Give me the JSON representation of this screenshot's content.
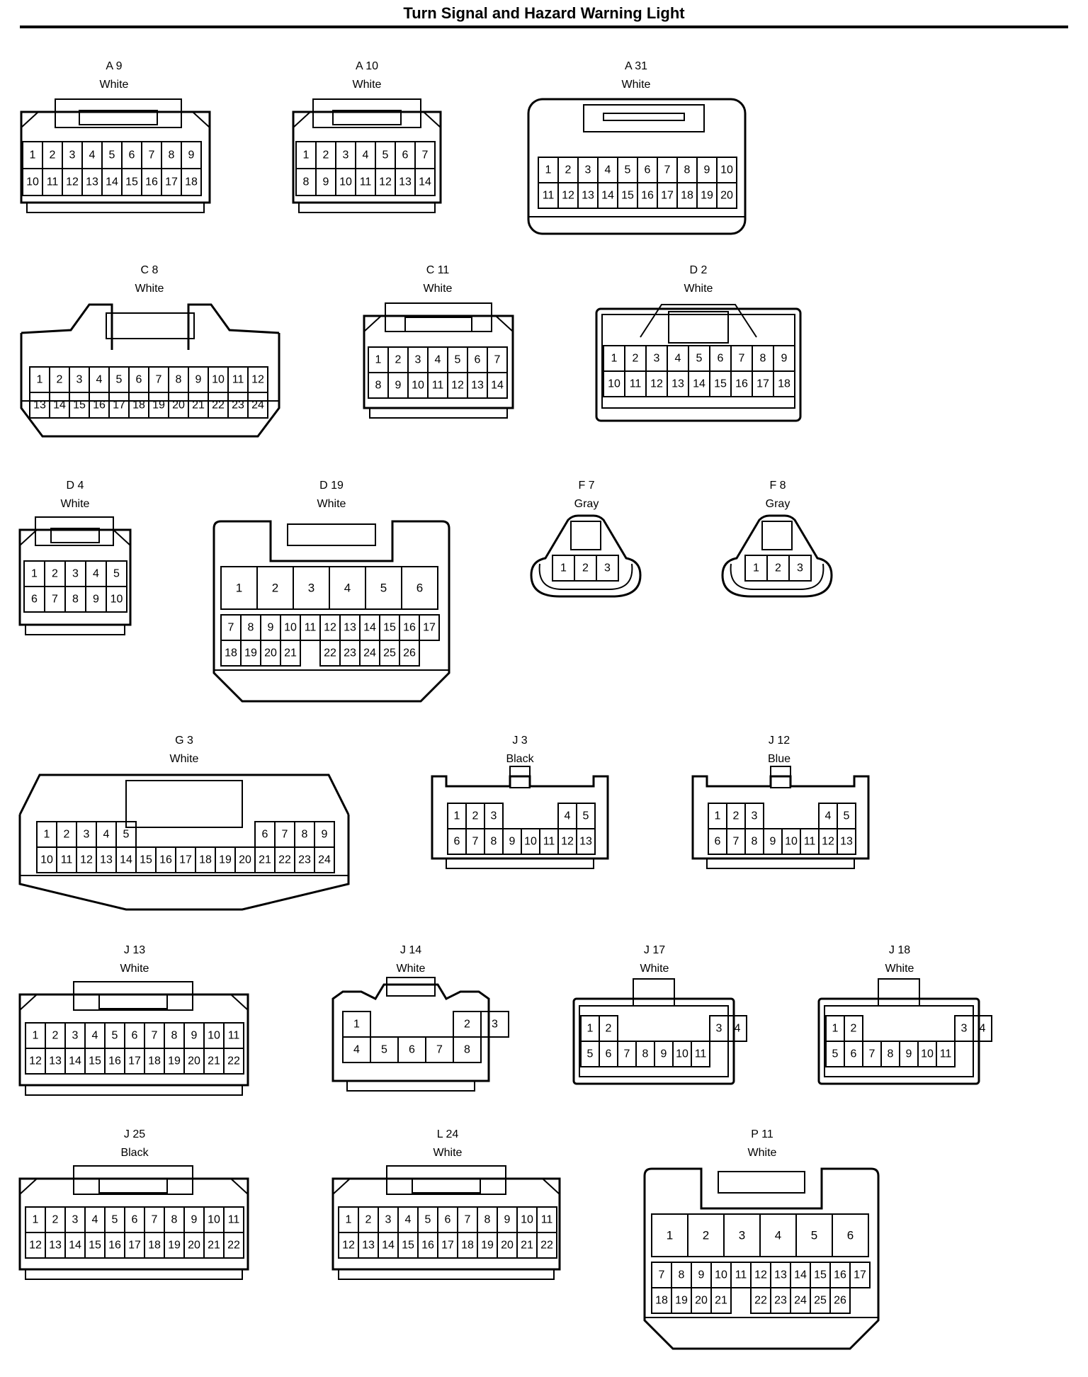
{
  "title": "Turn Signal and Hazard Warning Light",
  "colors": {
    "ink": "#000000",
    "paper": "#ffffff"
  },
  "connectors": [
    {
      "id": "A 9",
      "color": "White"
    },
    {
      "id": "A 10",
      "color": "White"
    },
    {
      "id": "A 31",
      "color": "White"
    },
    {
      "id": "C 8",
      "color": "White"
    },
    {
      "id": "C 11",
      "color": "White"
    },
    {
      "id": "D 2",
      "color": "White"
    },
    {
      "id": "D 4",
      "color": "White"
    },
    {
      "id": "D 19",
      "color": "White"
    },
    {
      "id": "F 7",
      "color": "Gray"
    },
    {
      "id": "F 8",
      "color": "Gray"
    },
    {
      "id": "G 3",
      "color": "White"
    },
    {
      "id": "J 3",
      "color": "Black"
    },
    {
      "id": "J 12",
      "color": "Blue"
    },
    {
      "id": "J 13",
      "color": "White"
    },
    {
      "id": "J 14",
      "color": "White"
    },
    {
      "id": "J 17",
      "color": "White"
    },
    {
      "id": "J 18",
      "color": "White"
    },
    {
      "id": "J 25",
      "color": "Black"
    },
    {
      "id": "L 24",
      "color": "White"
    },
    {
      "id": "P 11",
      "color": "White"
    }
  ],
  "pin_layouts": {
    "A 9": [
      [
        1,
        2,
        3,
        4,
        5,
        6,
        7,
        8,
        9
      ],
      [
        10,
        11,
        12,
        13,
        14,
        15,
        16,
        17,
        18
      ]
    ],
    "A 10": [
      [
        1,
        2,
        3,
        4,
        5,
        6,
        7
      ],
      [
        8,
        9,
        10,
        11,
        12,
        13,
        14
      ]
    ],
    "A 31": [
      [
        1,
        2,
        3,
        4,
        5,
        6,
        7,
        8,
        9,
        10
      ],
      [
        11,
        12,
        13,
        14,
        15,
        16,
        17,
        18,
        19,
        20
      ]
    ],
    "C 8": [
      [
        1,
        2,
        3,
        4,
        5,
        6,
        7,
        8,
        9,
        10,
        11,
        12
      ],
      [
        13,
        14,
        15,
        16,
        17,
        18,
        19,
        20,
        21,
        22,
        23,
        24
      ]
    ],
    "C 11": [
      [
        1,
        2,
        3,
        4,
        5,
        6,
        7
      ],
      [
        8,
        9,
        10,
        11,
        12,
        13,
        14
      ]
    ],
    "D 2": [
      [
        1,
        2,
        3,
        4,
        5,
        6,
        7,
        8,
        9
      ],
      [
        10,
        11,
        12,
        13,
        14,
        15,
        16,
        17,
        18
      ]
    ],
    "D 4": [
      [
        1,
        2,
        3,
        4,
        5
      ],
      [
        6,
        7,
        8,
        9,
        10
      ]
    ],
    "D 19": [
      [
        1,
        2,
        3,
        4,
        5,
        6
      ],
      [
        7,
        8,
        9,
        10,
        11,
        12,
        13,
        14,
        15,
        16,
        17
      ],
      [
        18,
        19,
        20,
        21,
        null,
        22,
        23,
        24,
        25,
        26
      ]
    ],
    "F 7": [
      [
        1,
        2,
        3
      ]
    ],
    "F 8": [
      [
        1,
        2,
        3
      ]
    ],
    "G 3": [
      [
        1,
        2,
        3,
        4,
        5,
        null,
        null,
        null,
        null,
        null,
        null,
        6,
        7,
        8,
        9
      ],
      [
        10,
        11,
        12,
        13,
        14,
        15,
        16,
        17,
        18,
        19,
        20,
        21,
        22,
        23,
        24
      ]
    ],
    "J 3": [
      [
        1,
        2,
        3,
        null,
        null,
        null,
        4,
        5
      ],
      [
        6,
        7,
        8,
        9,
        10,
        11,
        12,
        13
      ]
    ],
    "J 12": [
      [
        1,
        2,
        3,
        null,
        null,
        null,
        4,
        5
      ],
      [
        6,
        7,
        8,
        9,
        10,
        11,
        12,
        13
      ]
    ],
    "J 13": [
      [
        1,
        2,
        3,
        4,
        5,
        6,
        7,
        8,
        9,
        10,
        11
      ],
      [
        12,
        13,
        14,
        15,
        16,
        17,
        18,
        19,
        20,
        21,
        22
      ]
    ],
    "J 14": [
      [
        1,
        null,
        null,
        null,
        2,
        3
      ],
      [
        4,
        5,
        6,
        7,
        8
      ]
    ],
    "J 17": [
      [
        1,
        2,
        null,
        null,
        null,
        null,
        null,
        3,
        4
      ],
      [
        5,
        6,
        7,
        8,
        9,
        10,
        11
      ]
    ],
    "J 18": [
      [
        1,
        2,
        null,
        null,
        null,
        null,
        null,
        3,
        4
      ],
      [
        5,
        6,
        7,
        8,
        9,
        10,
        11
      ]
    ],
    "J 25": [
      [
        1,
        2,
        3,
        4,
        5,
        6,
        7,
        8,
        9,
        10,
        11
      ],
      [
        12,
        13,
        14,
        15,
        16,
        17,
        18,
        19,
        20,
        21,
        22
      ]
    ],
    "L 24": [
      [
        1,
        2,
        3,
        4,
        5,
        6,
        7,
        8,
        9,
        10,
        11
      ],
      [
        12,
        13,
        14,
        15,
        16,
        17,
        18,
        19,
        20,
        21,
        22
      ]
    ],
    "P 11": [
      [
        1,
        2,
        3,
        4,
        5,
        6
      ],
      [
        7,
        8,
        9,
        10,
        11,
        12,
        13,
        14,
        15,
        16,
        17
      ],
      [
        18,
        19,
        20,
        21,
        null,
        22,
        23,
        24,
        25,
        26
      ]
    ]
  }
}
